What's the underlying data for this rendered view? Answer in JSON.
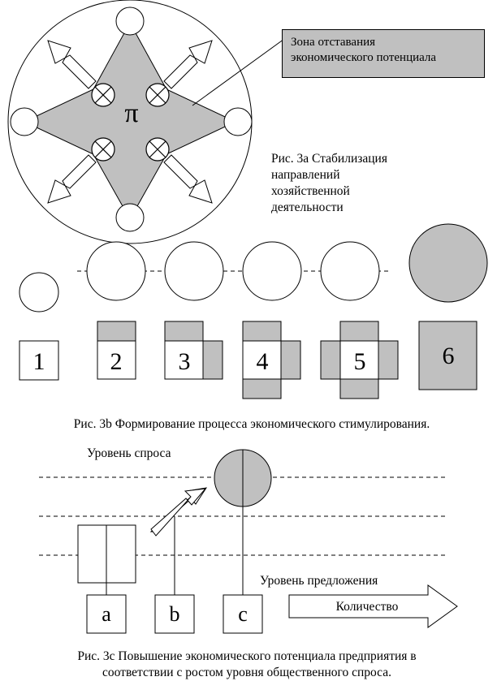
{
  "fig3a": {
    "zone_label_line1": "Зона отставания",
    "zone_label_line2": "экономического потенциала",
    "pi_symbol": "π",
    "caption_line1": "Рис. 3а Стабилизация",
    "caption_line2": "направлений",
    "caption_line3": "хозяйственной",
    "caption_line4": "деятельности"
  },
  "fig3b": {
    "steps": [
      "1",
      "2",
      "3",
      "4",
      "5",
      "6"
    ],
    "caption": "Рис. 3b Формирование процесса экономического стимулирования."
  },
  "fig3c": {
    "demand_level": "Уровень спроса",
    "supply_level": "Уровень предложения",
    "quantity": "Количество",
    "boxes": [
      "a",
      "b",
      "c"
    ],
    "caption_line1": "Рис. 3с Повышение экономического потенциала предприятия в",
    "caption_line2": "соответствии с ростом уровня общественного спроса."
  },
  "colors": {
    "fill": "#c0c0c0",
    "stroke": "#000000",
    "background": "#ffffff"
  }
}
